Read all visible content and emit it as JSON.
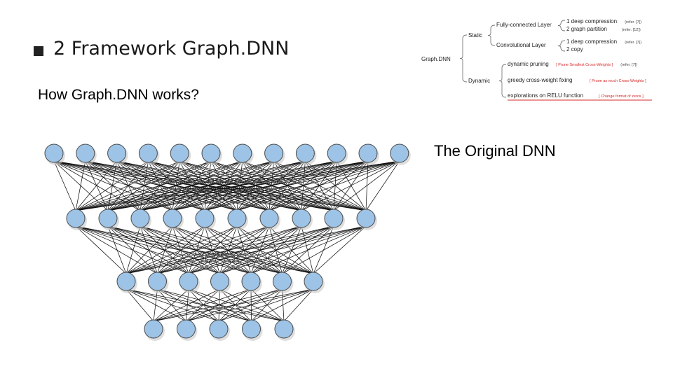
{
  "header": {
    "bullet_icon": "square-bullet-icon",
    "title": "2 Framework Graph.DNN",
    "subtitle": "How Graph.DNN works?"
  },
  "tree": {
    "root": "Graph.DNN",
    "branches": [
      {
        "label": "Static",
        "children": [
          {
            "label": "Fully-connected Layer",
            "items": [
              {
                "text": "1 deep compression",
                "ref": "(refer. [7])"
              },
              {
                "text": "2 graph partition",
                "ref": "(refer. [12])"
              }
            ]
          },
          {
            "label": "Convolutional Layer",
            "items": [
              {
                "text": "1 deep compression",
                "ref": "(refer. [7])"
              },
              {
                "text": "2 copy",
                "ref": ""
              }
            ]
          }
        ]
      },
      {
        "label": "Dynamic",
        "children": [
          {
            "label": "dynamic pruning",
            "note": "[ Prune Smallest Cross-Weights ]",
            "ref": "(refer. [7])"
          },
          {
            "label": "greedy cross-weight fixing",
            "note": "[ Prune as much Cross-Weights ]",
            "ref": ""
          },
          {
            "label": "explorations on RELU function",
            "note": "[ Change format of zeros ]",
            "ref": ""
          }
        ]
      }
    ],
    "note_color": "#d62828",
    "line_color": "#7a7a7a"
  },
  "network": {
    "label": "The Original DNN",
    "layers": [
      12,
      10,
      7,
      5
    ],
    "node_fill": "#9dc3e6",
    "node_stroke": "#4a4a4a",
    "edge_color": "#111111"
  }
}
